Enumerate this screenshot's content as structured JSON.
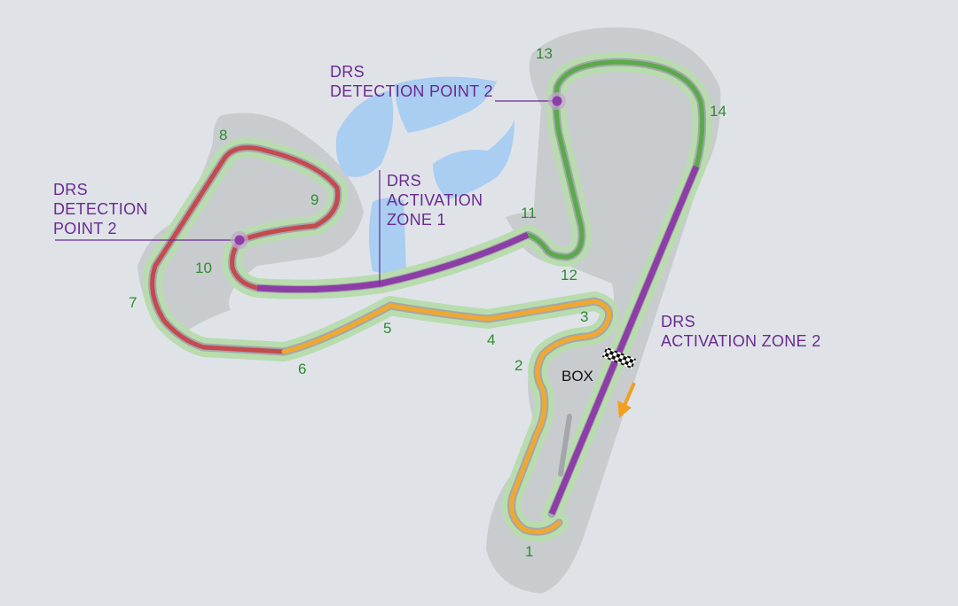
{
  "colors": {
    "background": "#dfe3e8",
    "runoff": "#c9cccf",
    "water": "#aacdf2",
    "track_halo": "#b8dcae",
    "track_base": "#a3a7ab",
    "sector_red": "#c44a4e",
    "sector_orange": "#f0a830",
    "sector_green": "#5aa94a",
    "drs_zone": "#8d3ea6",
    "drs_marker": "#8d3ea6",
    "turn_label": "#2e8b2e",
    "drs_label": "#6a2a90",
    "direction_arrow": "#f0a020"
  },
  "turns": [
    "1",
    "2",
    "3",
    "4",
    "5",
    "6",
    "7",
    "8",
    "9",
    "10",
    "11",
    "12",
    "13",
    "14"
  ],
  "drs": {
    "detection_left": {
      "line1": "DRS",
      "line2": "DETECTION",
      "line3": "POINT 2"
    },
    "detection_top": {
      "line1": "DRS",
      "line2": "DETECTION POINT 2"
    },
    "activation_1": {
      "line1": "DRS",
      "line2": "ACTIVATION",
      "line3": "ZONE 1"
    },
    "activation_2": {
      "line1": "DRS",
      "line2": "ACTIVATION ZONE 2"
    }
  },
  "pit": {
    "label": "BOX"
  },
  "icons": {
    "finish_line": "checkered-flag-icon",
    "direction": "direction-arrow-icon",
    "detection_marker": "drs-detection-marker-icon"
  }
}
